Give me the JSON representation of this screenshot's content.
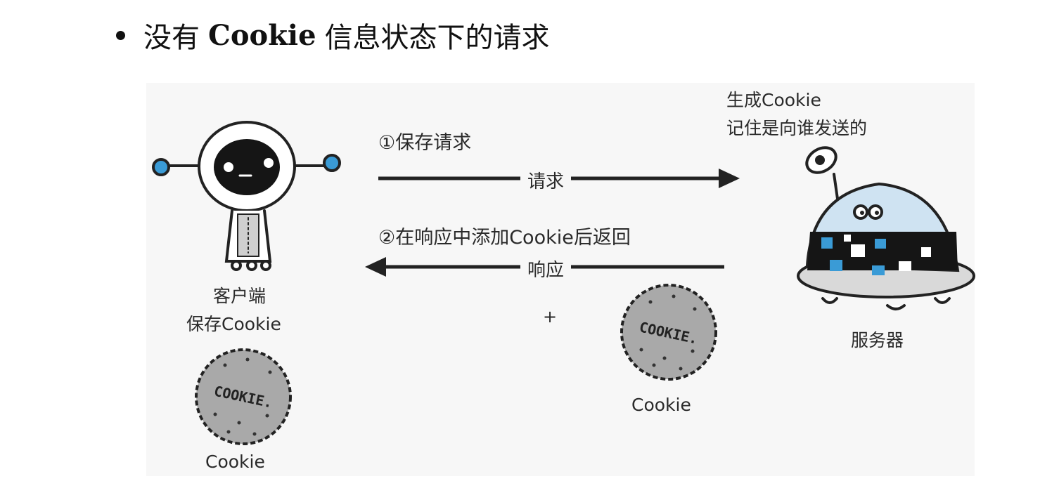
{
  "heading": {
    "prefix": "没有",
    "keyword": "Cookie",
    "suffix": "信息状态下的请求"
  },
  "client": {
    "line1": "客户端",
    "line2": "保存Cookie",
    "cookie_label": "Cookie"
  },
  "server": {
    "note_line1": "生成Cookie",
    "note_line2": "记住是向谁发送的",
    "label": "服务器"
  },
  "request": {
    "step": "①保存请求",
    "arrow_label": "请求"
  },
  "response": {
    "step": "②在响应中添加Cookie后返回",
    "arrow_label": "响应",
    "plus": "+",
    "cookie_label": "Cookie"
  },
  "cookie_stamp": "COOKIE.",
  "colors": {
    "robot_face": "#151515",
    "accent_blue": "#3a9bd6",
    "cookie_gray": "#a9a9a9",
    "arrow": "#222222"
  }
}
